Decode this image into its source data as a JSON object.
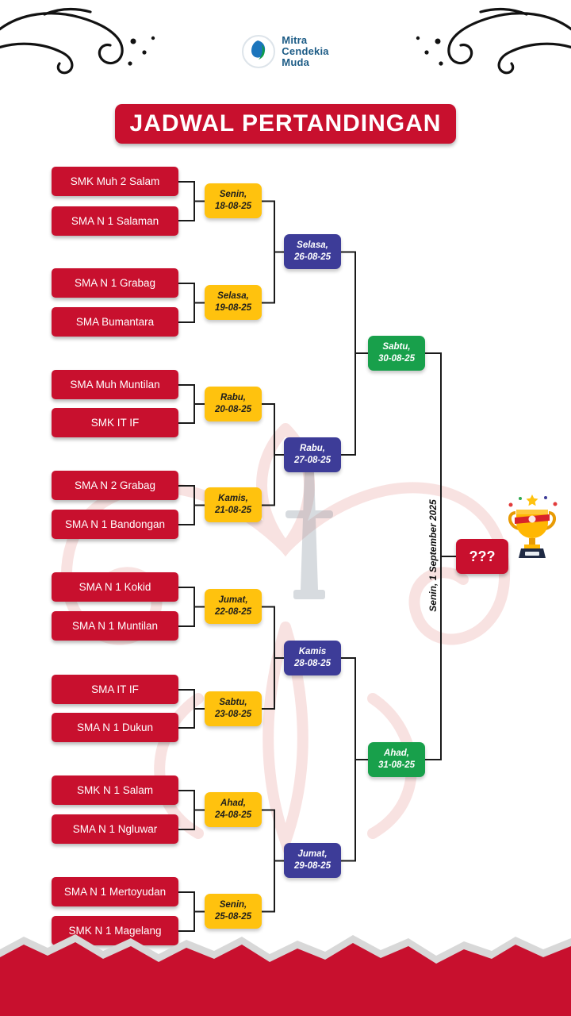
{
  "brand": {
    "name_lines": [
      "Mitra",
      "Cendekia",
      "Muda"
    ]
  },
  "title": "JADWAL PERTANDINGAN",
  "teams": [
    "SMK Muh 2 Salam",
    "SMA N 1 Salaman",
    "SMA N 1 Grabag",
    "SMA Bumantara",
    "SMA Muh Muntilan",
    "SMK IT IF",
    "SMA N 2 Grabag",
    "SMA N 1 Bandongan",
    "SMA N 1 Kokid",
    "SMA N 1 Muntilan",
    "SMA IT IF",
    "SMA N 1 Dukun",
    "SMK N 1 Salam",
    "SMA N 1 Ngluwar",
    "SMA N 1 Mertoyudan",
    "SMK N 1 Magelang"
  ],
  "round1": [
    {
      "day": "Senin,",
      "date": "18-08-25"
    },
    {
      "day": "Selasa,",
      "date": "19-08-25"
    },
    {
      "day": "Rabu,",
      "date": "20-08-25"
    },
    {
      "day": "Kamis,",
      "date": "21-08-25"
    },
    {
      "day": "Jumat,",
      "date": "22-08-25"
    },
    {
      "day": "Sabtu,",
      "date": "23-08-25"
    },
    {
      "day": "Ahad,",
      "date": "24-08-25"
    },
    {
      "day": "Senin,",
      "date": "25-08-25"
    }
  ],
  "round2": [
    {
      "day": "Selasa,",
      "date": "26-08-25"
    },
    {
      "day": "Rabu,",
      "date": "27-08-25"
    },
    {
      "day": "Kamis",
      "date": "28-08-25"
    },
    {
      "day": "Jumat,",
      "date": "29-08-25"
    }
  ],
  "round3": [
    {
      "day": "Sabtu,",
      "date": "30-08-25"
    },
    {
      "day": "Ahad,",
      "date": "31-08-25"
    }
  ],
  "final": {
    "date_label": "Senin, 1 September 2025",
    "winner_placeholder": "???"
  },
  "colors": {
    "red": "#C8102E",
    "yellow": "#FFC20E",
    "blue": "#3D3C98",
    "green": "#18A04B"
  }
}
